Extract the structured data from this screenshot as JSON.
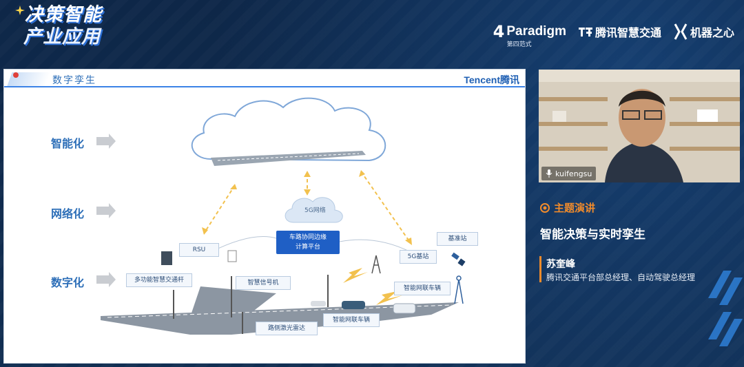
{
  "event": {
    "line1": "决策智能",
    "line2": "产业应用"
  },
  "partners": {
    "paradigm_mark": "4",
    "paradigm_name": "Paradigm",
    "paradigm_sub": "第四范式",
    "tencent_transport": "腾讯智慧交通",
    "jiqizhixin": "机器之心"
  },
  "slide": {
    "title": "数字孪生",
    "brand": "Tencent腾讯",
    "rows": [
      "智能化",
      "网络化",
      "数字化"
    ],
    "cloud_5g": "5G网络",
    "core_box_line1": "车路协同边缘",
    "core_box_line2": "计算平台",
    "tags": {
      "rsu": "RSU",
      "base_5g": "5G基站",
      "ref_station": "基准站",
      "multi_pole": "多功能智慧交通杆",
      "smart_signal": "智慧信号机",
      "connected_vehicle_right": "智能网联车辆",
      "connected_vehicle_bottom": "智能网联车辆",
      "lidar": "路侧激光雷达"
    }
  },
  "video": {
    "username": "kuifengsu"
  },
  "talk": {
    "section": "主题演讲",
    "title": "智能决策与实时孪生",
    "speaker": "苏奎峰",
    "role": "腾讯交通平台部总经理、自动驾驶总经理"
  },
  "colors": {
    "background": "#0f2a4a",
    "accent_orange": "#f18b2b",
    "slide_blue": "#2e6fb8",
    "core_box": "#1f5fc5",
    "arrow_yellow": "#f2c14e"
  }
}
